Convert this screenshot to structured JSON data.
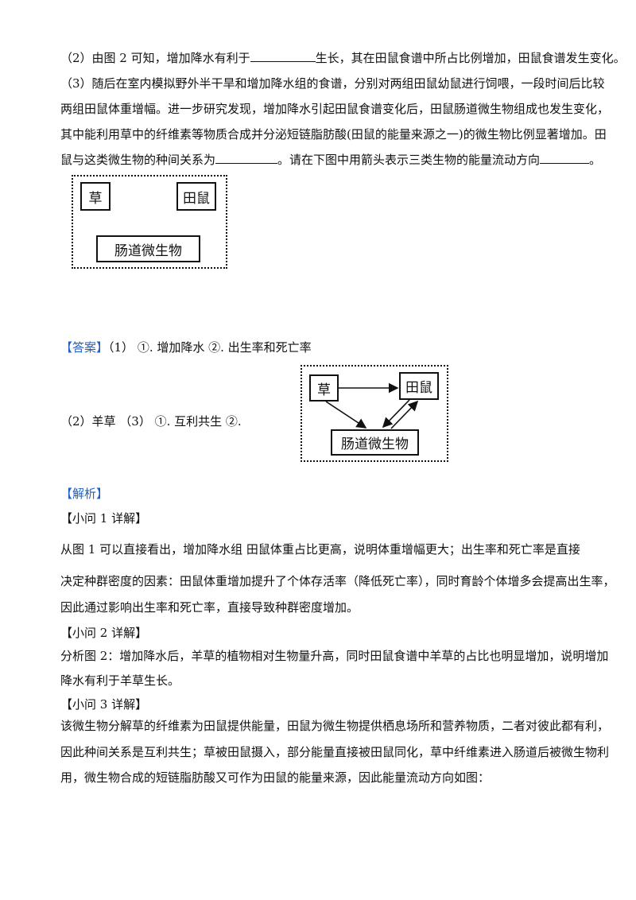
{
  "question": {
    "q2_prefix": "（2）由图 2 可知，增加降水有利于",
    "q2_suffix": "生长，其在田鼠食谱中所占比例增加，田鼠食谱发生变化。",
    "q3_line1": "（3）随后在室内模拟野外半干旱和增加降水组的食谱，分别对两组田鼠幼鼠进行饲喂，一段时间后比较",
    "q3_line2": "两组田鼠体重增幅。进一步研究发现，增加降水引起田鼠食谱变化后，田鼠肠道微生物组成也发生变化，",
    "q3_line3": "其中能利用草中的纤维素等物质合成并分泌短链脂肪酸(田鼠的能量来源之一)的微生物比例显著增加。田",
    "q3_line4_a": "鼠与这类微生物的种间关系为",
    "q3_line4_b": "。请在下图中用箭头表示三类生物的能量流动方向",
    "q3_line4_c": "。"
  },
  "diagram_q": {
    "grass": "草",
    "vole": "田鼠",
    "microbe": "肠道微生物"
  },
  "answer": {
    "label": "【答案】",
    "line1": "（1）        ①. 增加降水     ②. 出生率和死亡率",
    "line2": "（2）羊草      （3）     ①. 互利共生     ②.",
    "diagram": {
      "grass": "草",
      "vole": "田鼠",
      "microbe": "肠道微生物"
    }
  },
  "analysis": {
    "label": "【解析】",
    "sub1_title": "【小问 1 详解】",
    "sub1_p1": "从图 1 可以直接看出，增加降水组        田鼠体重占比更高，说明体重增幅更大；出生率和死亡率是直接",
    "sub1_p2": "决定种群密度的因素：田鼠体重增加提升了个体存活率（降低死亡率），同时育龄个体增多会提高出生率，",
    "sub1_p3": "因此通过影响出生率和死亡率，直接导致种群密度增加。",
    "sub2_title": "【小问 2 详解】",
    "sub2_p1": "分析图 2：增加降水后，羊草的植物相对生物量升高，同时田鼠食谱中羊草的占比也明显增加，说明增加",
    "sub2_p2": "降水有利于羊草生长。",
    "sub3_title": "【小问 3 详解】",
    "sub3_p1": "该微生物分解草的纤维素为田鼠提供能量，田鼠为微生物提供栖息场所和营养物质，二者对彼此都有利，",
    "sub3_p2": "因此种间关系是互利共生；草被田鼠摄入，部分能量直接被田鼠同化，草中纤维素进入肠道后被微生物利",
    "sub3_p3": "用，微生物合成的短链脂肪酸又可作为田鼠的能量来源，因此能量流动方向如图："
  },
  "colors": {
    "label_blue": "#1f5fbf",
    "text": "#111111"
  }
}
